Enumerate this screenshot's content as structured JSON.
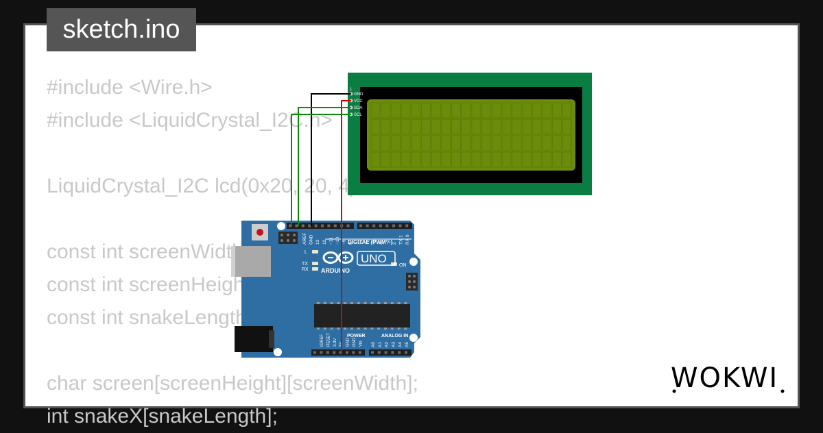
{
  "file": {
    "name": "sketch.ino"
  },
  "code_lines": [
    "#include <Wire.h>",
    "#include <LiquidCrystal_I2C.h>",
    "",
    "LiquidCrystal_I2C lcd(0x20, 20, 4);",
    "",
    "const int screenWidth = 20;",
    "const int screenHeight = 4;",
    "const int snakeLength = 3;",
    "",
    "char screen[screenHeight][screenWidth];",
    "int snakeX[snakeLength];"
  ],
  "lcd": {
    "pins": [
      "GND",
      "VCC",
      "SDA",
      "SCL"
    ],
    "pin_one_marker": "1",
    "board_color": "#0a7d43",
    "screen_color": "#6b8c0a"
  },
  "arduino": {
    "model": "UNO",
    "brand": "ARDUINO",
    "digital_label": "DIGITAL (PWM ~)",
    "analog_label": "ANALOG IN",
    "power_label": "POWER",
    "on_label": "ON",
    "led_labels": [
      "L",
      "TX",
      "RX"
    ],
    "digital_pins": [
      "AREF",
      "GND",
      "13",
      "12",
      "~11",
      "~10",
      "~9",
      "8",
      "7",
      "~6",
      "~5",
      "4",
      "~3",
      "2",
      "TX 1",
      "RX 0"
    ],
    "power_pins": [
      "IOREF",
      "RESET",
      "3.3V",
      "5V",
      "GND",
      "GND",
      "Vin"
    ],
    "analog_pins": [
      "A0",
      "A1",
      "A2",
      "A3",
      "A4",
      "A5"
    ],
    "board_color": "#2f6ea3"
  },
  "wires": {
    "colors": {
      "gnd": "#000000",
      "vcc": "#e00000",
      "signal": "#0a8a0a"
    }
  },
  "logo": {
    "text": "WOKWI"
  }
}
